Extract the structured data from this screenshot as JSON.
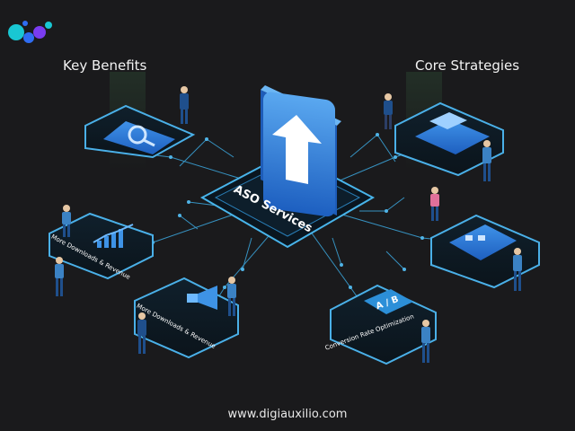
{
  "brand": {
    "logo_icon": "droplet-cluster-logo",
    "colors": {
      "teal": "#19c7d3",
      "blue": "#2f6df2",
      "purple": "#7a3cf0"
    }
  },
  "headings": {
    "left": "Key Benefits",
    "right": "Core Strategies"
  },
  "center": {
    "label": "ASO Services",
    "icon": "arrow-up-icon"
  },
  "nodes": [
    {
      "id": "search-keyword",
      "icon": "magnifier-phone-icon",
      "label": ""
    },
    {
      "id": "downloads-chart",
      "icon": "bar-chart-icon",
      "label": "More Downloads & Revenue"
    },
    {
      "id": "megaphone",
      "icon": "megaphone-icon",
      "label": "More Downloads & Revenue"
    },
    {
      "id": "keyboard",
      "icon": "keyboard-icon",
      "label": ""
    },
    {
      "id": "app-screens",
      "icon": "phone-screens-icon",
      "label": ""
    },
    {
      "id": "ab-test",
      "icon": "ab-test-icon",
      "label": "Conversion Rate Optimization",
      "badge": "A / B"
    }
  ],
  "footer": {
    "url": "www.digiauxilio.com"
  },
  "palette": {
    "bg": "#1a1a1c",
    "line": "#3aa6d8",
    "panel": "#0e1a24",
    "accent": "#2c8fd8"
  }
}
